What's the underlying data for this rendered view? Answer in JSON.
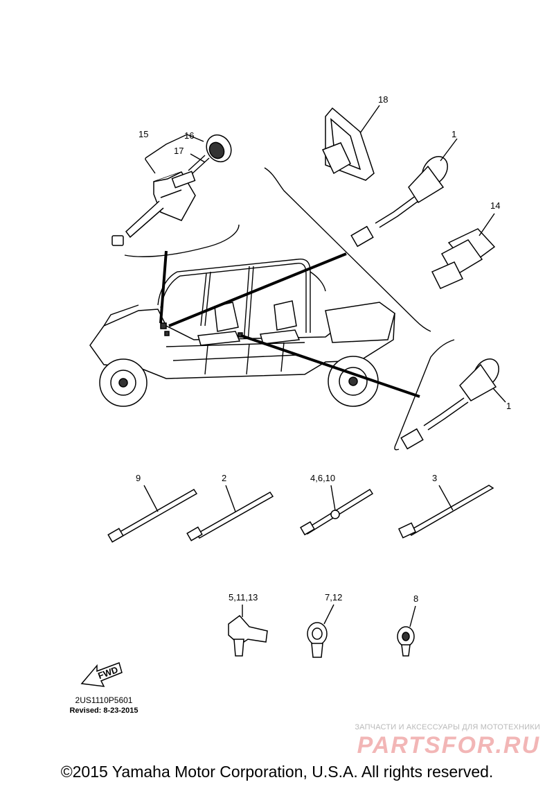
{
  "callouts": {
    "c1_top": "1",
    "c1_bottom": "1",
    "c2": "2",
    "c3": "3",
    "c4_6_10": "4,6,10",
    "c5_11_13": "5,11,13",
    "c7_12": "7,12",
    "c8": "8",
    "c9": "9",
    "c14": "14",
    "c15": "15",
    "c16": "16",
    "c17": "17",
    "c18": "18"
  },
  "fwd_label": "FWD",
  "part_code": "2US1110P5601",
  "revised": "Revised: 8-23-2015",
  "watermark": {
    "tagline": "ЗАПЧАСТИ И АКСЕССУАРЫ ДЛЯ МОТОТЕХНИКИ",
    "logo": "PARTSFOR.RU"
  },
  "copyright": "©2015 Yamaha Motor Corporation, U.S.A. All rights reserved."
}
